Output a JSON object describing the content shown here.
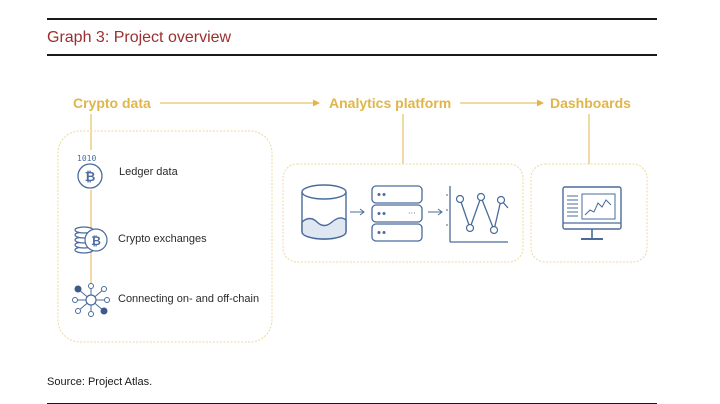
{
  "title": "Graph 3: Project overview",
  "source": "Source:  Project  Atlas.",
  "flow": {
    "stage1": "Crypto data",
    "stage2": "Analytics platform",
    "stage3": "Dashboards"
  },
  "data_sources": [
    {
      "label": "Ledger data",
      "icon": "bitcoin-ledger-icon"
    },
    {
      "label": "Crypto exchanges",
      "icon": "coin-stack-icon"
    },
    {
      "label": "Connecting on- and off-chain",
      "icon": "network-hub-icon"
    }
  ],
  "analytics_icons": [
    "database-icon",
    "server-stack-icon",
    "line-chart-icon"
  ],
  "dashboard_icon": "monitor-dashboard-icon",
  "colors": {
    "title": "#9b2f2f",
    "accent": "#e0b54a",
    "icon_blue": "#4a6b9c",
    "node_dark": "#3d5a8a"
  }
}
